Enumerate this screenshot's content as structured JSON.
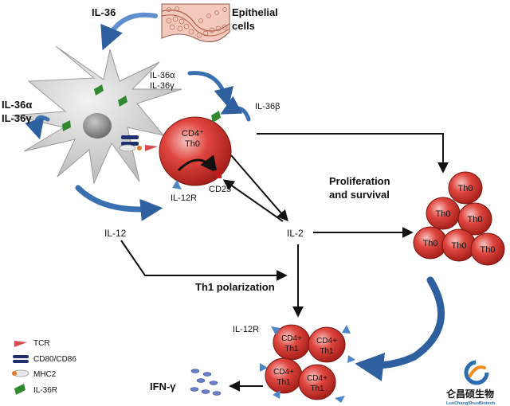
{
  "labels": {
    "il36_top": "IL-36",
    "epithelial_line1": "Epithelial",
    "epithelial_line2": "cells",
    "il36ag_left_a": "IL-36α",
    "il36ag_left_g": "IL-36γ",
    "il36ag_mid_a": "IL-36α",
    "il36ag_mid_g": "IL-36γ",
    "il36b": "IL-36β",
    "cd4_label": "CD4⁺",
    "th0_label": "Th0",
    "il12r_top": "IL-12R",
    "cd25": "CD25",
    "proliferation_line1": "Proliferation",
    "proliferation_line2": "and survival",
    "il12": "IL-12",
    "il2": "IL-2",
    "th1_polarization": "Th1 polarization",
    "il12r_bottom": "IL-12R",
    "ifn": "IFN-γ"
  },
  "th0_cluster": [
    "Th0",
    "Th0",
    "Th0",
    "Th0",
    "Th0",
    "Th0"
  ],
  "th1_cells": [
    {
      "line1": "CD4+",
      "line2": "Th1"
    },
    {
      "line1": "CD4+",
      "line2": "Th1"
    },
    {
      "line1": "CD4+",
      "line2": "Th1"
    },
    {
      "line1": "CD4+",
      "line2": "Th1"
    }
  ],
  "legend": [
    {
      "label": "TCR",
      "icon": "tcr-icon"
    },
    {
      "label": "CD80/CD86",
      "icon": "cd80-cd86-icon"
    },
    {
      "label": "MHC2",
      "icon": "mhc2-icon"
    },
    {
      "label": "IL-36R",
      "icon": "il36r-icon"
    }
  ],
  "logo": {
    "text": "仑昌硕生物",
    "subtext": "LunChangShuoBiotech"
  },
  "colors": {
    "cell_red": "#e0463f",
    "dendritic_gray": "#c9c9c9",
    "receptor_green": "#2f8a2f",
    "arrow_blue": "#3a6fb0",
    "il12r_blue": "#4f86c6",
    "ifn_dots": "#6b7fc4"
  }
}
